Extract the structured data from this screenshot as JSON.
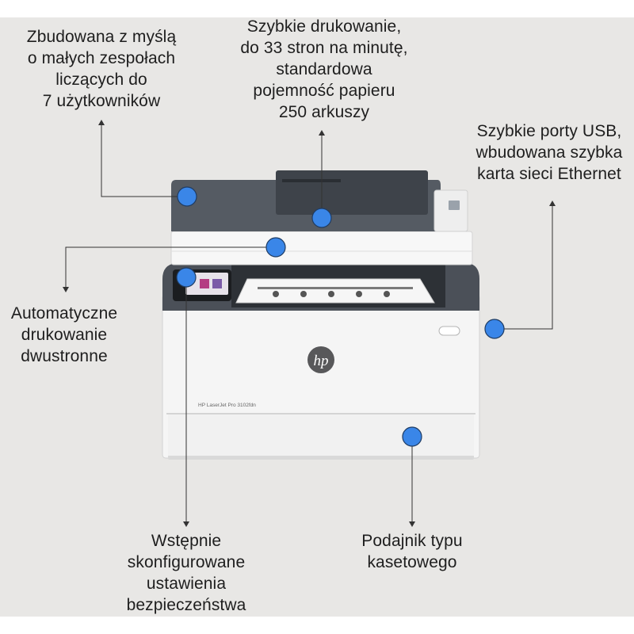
{
  "callouts": {
    "team": "Zbudowana z myślą\no małych zespołach\nliczących do\n7 użytkowników",
    "speed": "Szybkie drukowanie,\ndo 33 stron na minutę,\nstandardowa\npojemność papieru\n250 arkuszy",
    "ports": "Szybkie porty USB,\nwbudowana szybka\nkarta sieci Ethernet",
    "duplex": "Automatyczne\ndrukowanie\ndwustronne",
    "security": "Wstępnie\nskonfigurowane\nustawienia\nbezpieczeństwa",
    "tray": "Podajnik typu\nkasetowego"
  },
  "printer": {
    "logo": "hp",
    "model_label": "HP LaserJet Pro 3102fdn"
  },
  "colors": {
    "background": "#e8e7e5",
    "hotspot": "#3a86e8",
    "leader_line": "#333333",
    "printer_body": "#f4f4f4",
    "printer_dark": "#4a4f56"
  }
}
